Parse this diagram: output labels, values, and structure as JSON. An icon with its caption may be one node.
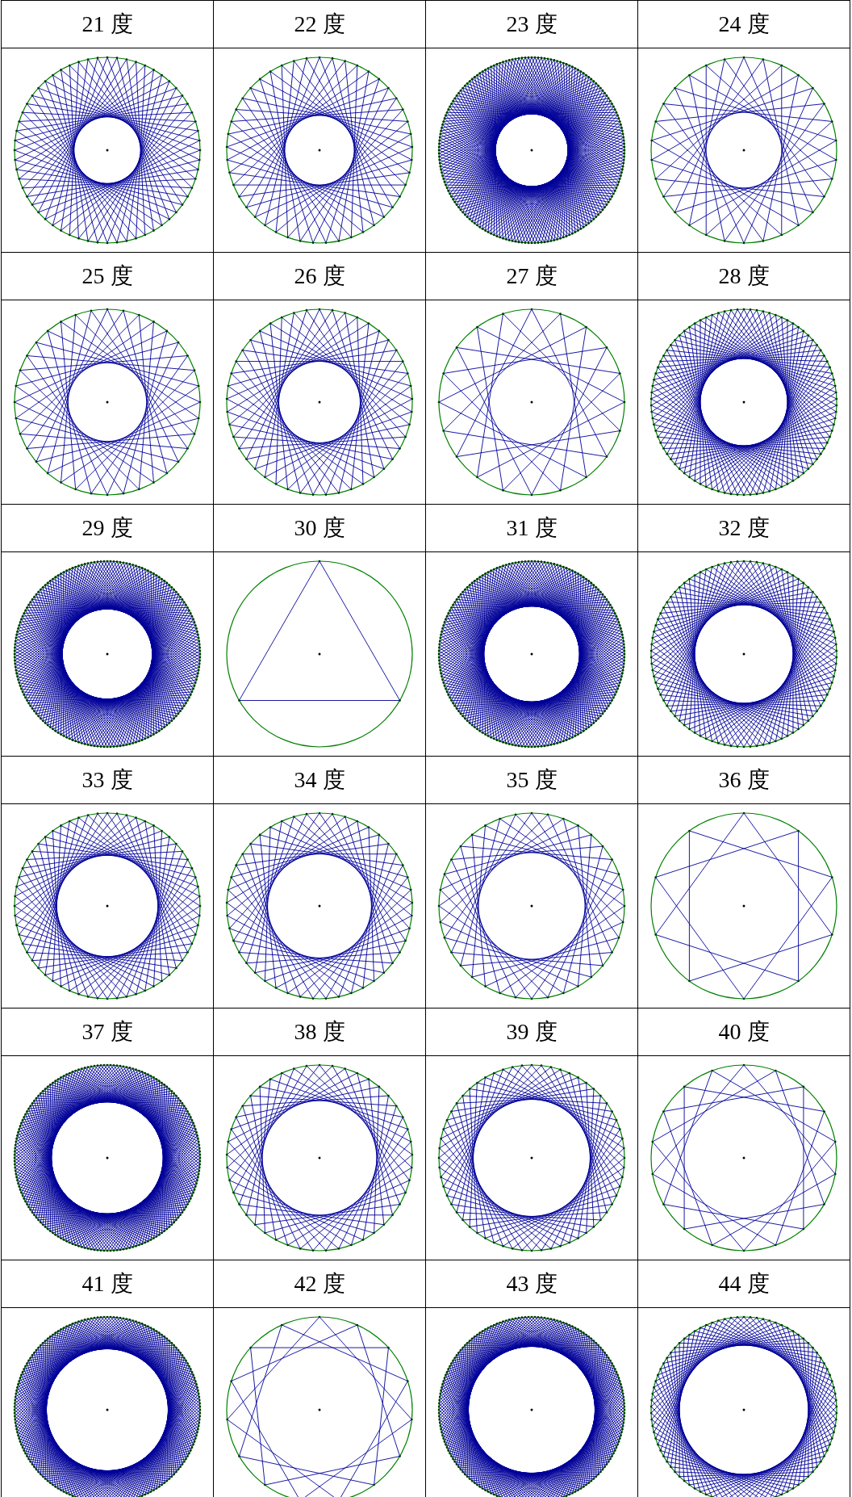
{
  "diagram": {
    "labels": [
      "21 度",
      "22 度",
      "23 度",
      "24 度",
      "25 度",
      "26 度",
      "27 度",
      "28 度",
      "29 度",
      "30 度",
      "31 度",
      "32 度",
      "33 度",
      "34 度",
      "35 度",
      "36 度",
      "37 度",
      "38 度",
      "39 度",
      "40 度",
      "41 度",
      "42 度",
      "43 度",
      "44 度"
    ]
  }
}
